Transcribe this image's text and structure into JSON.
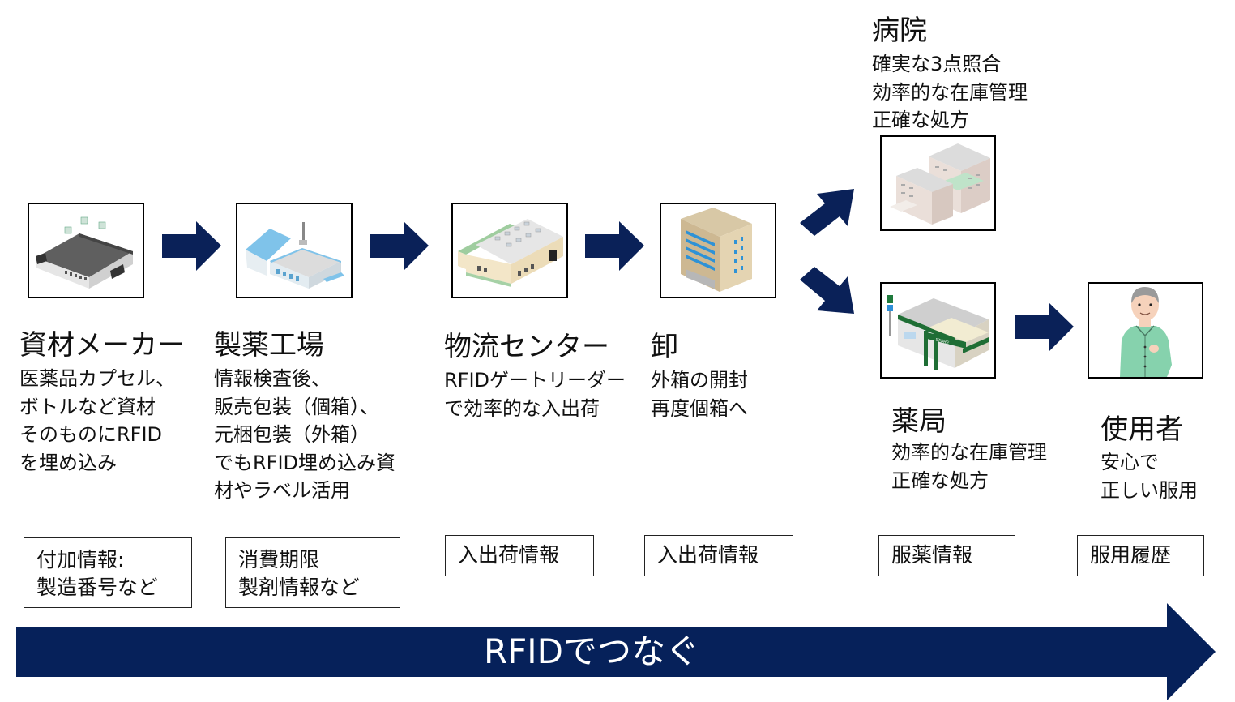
{
  "colors": {
    "arrow": "#0a2158",
    "banner": "#06215a",
    "box_border": "#000000"
  },
  "stages": [
    {
      "id": "material-maker",
      "title": "資材メーカー",
      "lines": [
        "医薬品カプセル、",
        "ボトルなど資材",
        "そのものにRFID",
        "を埋め込み"
      ],
      "image": "warehouse-building-icon",
      "info": [
        "付加情報:",
        "製造番号など"
      ]
    },
    {
      "id": "pharma-factory",
      "title": "製薬工場",
      "lines": [
        "情報検査後、",
        "販売包装（個箱）、",
        "元梱包装（外箱）",
        "でもRFID埋め込み資",
        "材やラベル活用"
      ],
      "image": "factory-building-icon",
      "info": [
        "消費期限",
        "製剤情報など"
      ]
    },
    {
      "id": "logistics-center",
      "title": "物流センター",
      "lines": [
        "RFIDゲートリーダー",
        "で効率的な入出荷"
      ],
      "image": "logistics-warehouse-icon",
      "info": [
        "入出荷情報"
      ]
    },
    {
      "id": "wholesaler",
      "title": "卸",
      "lines": [
        "外箱の開封",
        "再度個箱へ"
      ],
      "image": "office-building-icon",
      "info": [
        "入出荷情報"
      ]
    },
    {
      "id": "hospital",
      "title": "病院",
      "lines": [
        "確実な3点照合",
        "効率的な在庫管理",
        "正確な処方"
      ],
      "image": "hospital-building-icon"
    },
    {
      "id": "pharmacy",
      "title": "薬局",
      "lines": [
        "効率的な在庫管理",
        "正確な処方"
      ],
      "image": "pharmacy-store-icon",
      "info": [
        "服薬情報"
      ]
    },
    {
      "id": "user",
      "title": "使用者",
      "lines": [
        "安心で",
        "正しい服用"
      ],
      "image": "patient-person-icon",
      "info": [
        "服用履歴"
      ]
    }
  ],
  "banner": {
    "label": "RFIDでつなぐ"
  }
}
